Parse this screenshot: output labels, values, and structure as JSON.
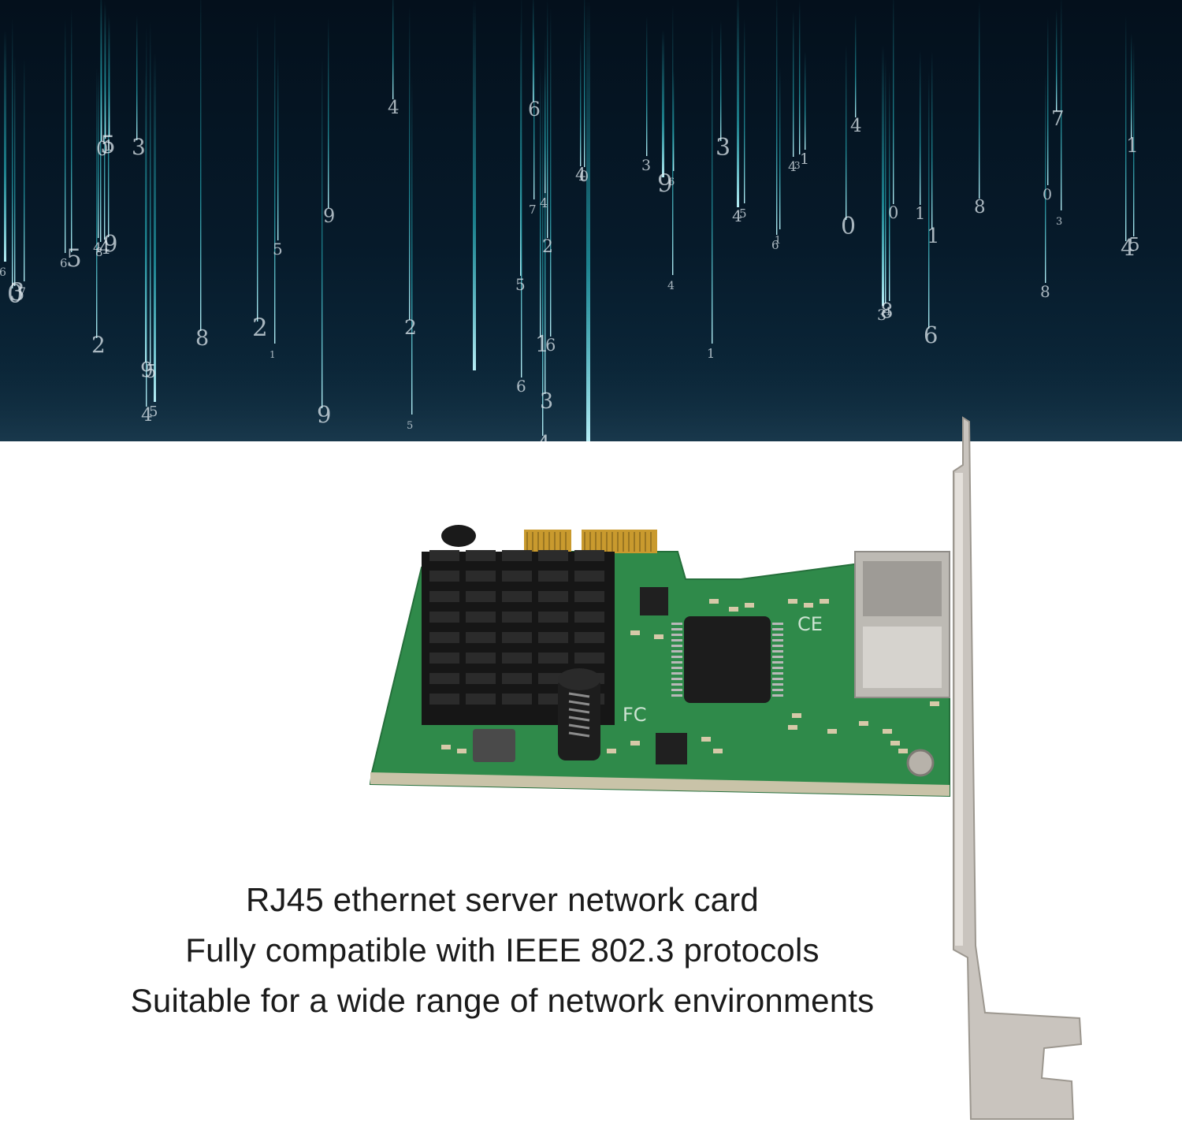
{
  "banner": {
    "background_colors": [
      "#04101c",
      "#0c2638"
    ],
    "stream_color": "#2fd6e0",
    "digit_color": "#dfe9ef"
  },
  "product": {
    "pcb_color": "#2f8a4a",
    "heatsink_color": "#161616",
    "bracket_color": "#c9c4be",
    "chip_color": "#1c1c1c",
    "connector_gold": "#c99a2e",
    "board_marks": [
      "CE",
      "FC"
    ]
  },
  "caption": {
    "line1": "RJ45 ethernet server network card",
    "line2": "Fully compatible with IEEE 802.3 protocols",
    "line3": "Suitable for a wide range of network environments"
  }
}
